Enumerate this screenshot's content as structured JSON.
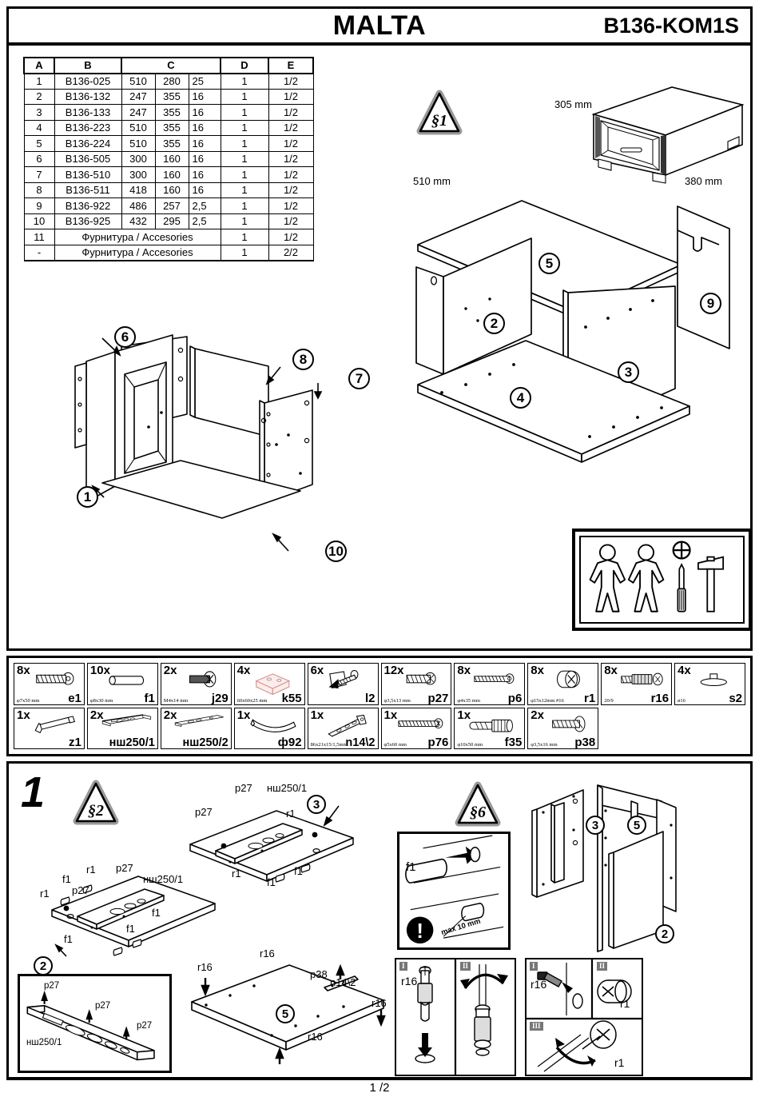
{
  "header": {
    "title": "MALTA",
    "code": "B136-KOM1S"
  },
  "footer": {
    "page": "1 /2"
  },
  "parts_table": {
    "columns": [
      "A",
      "B",
      "C",
      "D",
      "E"
    ],
    "rows": [
      {
        "a": "1",
        "b": "B136-025",
        "c1": "510",
        "c2": "280",
        "c3": "25",
        "d": "1",
        "e": "1/2"
      },
      {
        "a": "2",
        "b": "B136-132",
        "c1": "247",
        "c2": "355",
        "c3": "16",
        "d": "1",
        "e": "1/2"
      },
      {
        "a": "3",
        "b": "B136-133",
        "c1": "247",
        "c2": "355",
        "c3": "16",
        "d": "1",
        "e": "1/2"
      },
      {
        "a": "4",
        "b": "B136-223",
        "c1": "510",
        "c2": "355",
        "c3": "16",
        "d": "1",
        "e": "1/2"
      },
      {
        "a": "5",
        "b": "B136-224",
        "c1": "510",
        "c2": "355",
        "c3": "16",
        "d": "1",
        "e": "1/2"
      },
      {
        "a": "6",
        "b": "B136-505",
        "c1": "300",
        "c2": "160",
        "c3": "16",
        "d": "1",
        "e": "1/2"
      },
      {
        "a": "7",
        "b": "B136-510",
        "c1": "300",
        "c2": "160",
        "c3": "16",
        "d": "1",
        "e": "1/2"
      },
      {
        "a": "8",
        "b": "B136-511",
        "c1": "418",
        "c2": "160",
        "c3": "16",
        "d": "1",
        "e": "1/2"
      },
      {
        "a": "9",
        "b": "B136-922",
        "c1": "486",
        "c2": "257",
        "c3": "2,5",
        "d": "1",
        "e": "1/2"
      },
      {
        "a": "10",
        "b": "B136-925",
        "c1": "432",
        "c2": "295",
        "c3": "2,5",
        "d": "1",
        "e": "1/2"
      }
    ],
    "accessory_rows": [
      {
        "a": "11",
        "label": "Фурнитура / Accesories",
        "d": "1",
        "e": "1/2"
      },
      {
        "a": "-",
        "label": "Фурнитура / Accesories",
        "d": "1",
        "e": "2/2"
      }
    ]
  },
  "product": {
    "warning_badge": "§1",
    "dim_height": "305 mm",
    "dim_width": "510 mm",
    "dim_depth": "380 mm"
  },
  "exploded_cabinet": {
    "callouts": [
      "5",
      "2",
      "9",
      "3",
      "4"
    ]
  },
  "exploded_drawer": {
    "callouts": [
      "6",
      "8",
      "7",
      "1",
      "10"
    ]
  },
  "tools": {
    "icons": [
      "person-icon",
      "person-icon",
      "phillips-head-icon",
      "screwdriver-icon",
      "hammer-icon"
    ]
  },
  "hardware": [
    {
      "qty": "8x",
      "spec": "φ7x50 mm",
      "code": "e1",
      "icon": "dowel-screw-icon"
    },
    {
      "qty": "10x",
      "spec": "φ8x30 mm",
      "code": "f1",
      "icon": "wooden-dowel-icon"
    },
    {
      "qty": "2x",
      "spec": "M4x14 mm",
      "code": "j29",
      "icon": "machine-screw-icon"
    },
    {
      "qty": "4x",
      "spec": "60x60x25 mm",
      "code": "k55",
      "icon": "plastic-foot-icon"
    },
    {
      "qty": "6x",
      "spec": "",
      "code": "l2",
      "icon": "corner-bracket-icon"
    },
    {
      "qty": "12x",
      "spec": "φ3,5x13 mm",
      "code": "p27",
      "icon": "pan-head-screw-icon"
    },
    {
      "qty": "8x",
      "spec": "φ4x35 mm",
      "code": "p6",
      "icon": "wood-screw-icon"
    },
    {
      "qty": "8x",
      "spec": "φ15x12mm  #16",
      "code": "r1",
      "icon": "cam-lock-icon"
    },
    {
      "qty": "8x",
      "spec": "20/9",
      "code": "r16",
      "icon": "cam-bolt-icon"
    },
    {
      "qty": "4x",
      "spec": "ø16",
      "code": "s2",
      "icon": "shelf-pin-icon"
    },
    {
      "qty": "1x",
      "spec": "",
      "code": "z1",
      "icon": "allen-key-icon"
    },
    {
      "qty": "2x",
      "spec": "",
      "code": "нш250/1",
      "icon": "drawer-slide-a-icon"
    },
    {
      "qty": "2x",
      "spec": "",
      "code": "нш250/2",
      "icon": "drawer-slide-b-icon"
    },
    {
      "qty": "1x",
      "spec": "",
      "code": "ф92",
      "icon": "handle-icon"
    },
    {
      "qty": "1x",
      "spec": "86x21x15/1,5mm",
      "code": "n14\\2",
      "icon": "angle-bracket-icon"
    },
    {
      "qty": "1x",
      "spec": "φ5x60 mm",
      "code": "p76",
      "icon": "long-wood-screw-icon"
    },
    {
      "qty": "1x",
      "spec": "φ10x50 mm",
      "code": "f35",
      "icon": "wall-anchor-icon"
    },
    {
      "qty": "2x",
      "spec": "φ3,5x16 mm",
      "code": "p38",
      "icon": "flat-head-screw-icon"
    }
  ],
  "step1": {
    "number": "1",
    "warning_badge_left": "§2",
    "warning_badge_right": "§6",
    "panel2_labels": [
      "r1",
      "p27",
      "f1",
      "нш250/1",
      "r1",
      "p27",
      "f1",
      "f1",
      "f1"
    ],
    "panel3_labels": [
      "p27",
      "нш250/1",
      "p27",
      "r1",
      "r1",
      "f1",
      "f1",
      "f1"
    ],
    "panel2_callout": "2",
    "panel3_callout": "3",
    "base_callout": "5",
    "base_labels": [
      "r16",
      "r16",
      "p38",
      "n14\\2",
      "r16",
      "r16"
    ],
    "slide_inset": {
      "labels": [
        "p27",
        "p27",
        "p27"
      ],
      "code": "нш250/1"
    },
    "dowel_inset": {
      "label": "f1",
      "warning": "max 10 mm",
      "icon": "exclamation-icon"
    },
    "side_callouts": [
      "3",
      "5",
      "2"
    ],
    "cam_insets": [
      {
        "roman": "I",
        "label": "r16"
      },
      {
        "roman": "II",
        "label": ""
      },
      {
        "roman": "I",
        "label": "r16"
      },
      {
        "roman": "II",
        "label": "r1"
      },
      {
        "roman": "III",
        "label": "r1"
      }
    ]
  }
}
